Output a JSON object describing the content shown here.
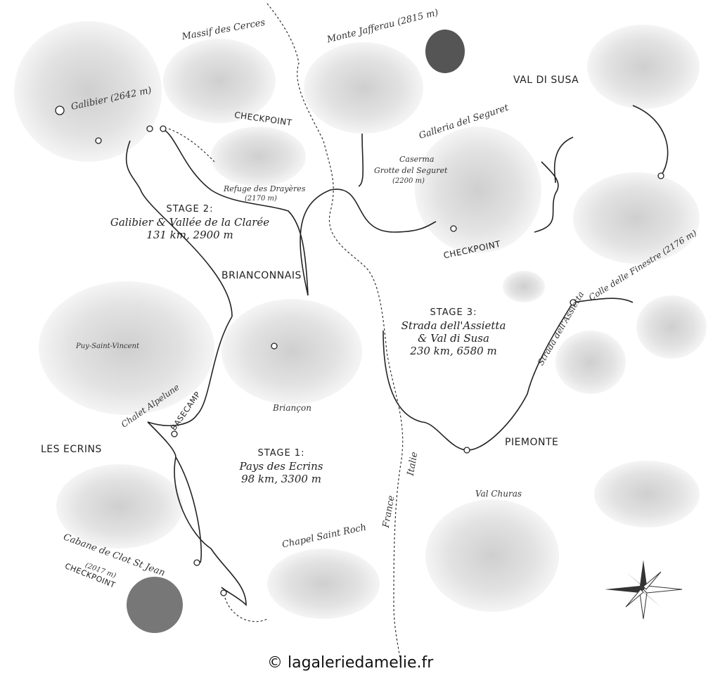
{
  "regions": {
    "brianconnais": "BRIANCONNAIS",
    "val_di_susa": "VAL DI SUSA",
    "les_ecrins": "LES ECRINS",
    "piemonte": "PIEMONTE"
  },
  "border": {
    "france": "France",
    "italie": "Italie"
  },
  "stages": [
    {
      "heading": "STAGE 1:",
      "name": "Pays des Ecrins",
      "stats": "98 km, 3300 m"
    },
    {
      "heading": "STAGE 2:",
      "name": "Galibier & Vallée de la Clarée",
      "stats": "131 km, 2900 m"
    },
    {
      "heading": "STAGE 3:",
      "name": "Strada dell'Assietta",
      "name2": "& Val di Susa",
      "stats": "230 km, 6580 m"
    }
  ],
  "places": {
    "galibier": "Galibier (2642 m)",
    "massif_cerces": "Massif des Cerces",
    "checkpoint_drayeres": "CHECKPOINT",
    "refuge": "Refuge des Drayères",
    "refuge_alt": "(2170 m)",
    "jafferau": "Monte Jafferau (2815 m)",
    "galleria": "Galleria del Seguret",
    "caserma": "Caserma",
    "grotte": "Grotte del Seguret",
    "grotte_alt": "(2200 m)",
    "checkpoint_seguret": "CHECKPOINT",
    "finestre": "Colle delle Finestre (2176 m)",
    "assietta": "Strada dell'Assietta",
    "puy": "Puy-Saint-Vincent",
    "chalet": "Chalet Alpelune",
    "basecamp": "BASECAMP",
    "briancon": "Briançon",
    "chapel": "Chapel Saint Roch",
    "cabane": "Cabane de Clot St Jean",
    "cabane_alt": "(2017 m)",
    "checkpoint_cabane": "CHECKPOINT",
    "val_churas": "Val Churas"
  },
  "copyright": "© lagaleriedamelie.fr"
}
